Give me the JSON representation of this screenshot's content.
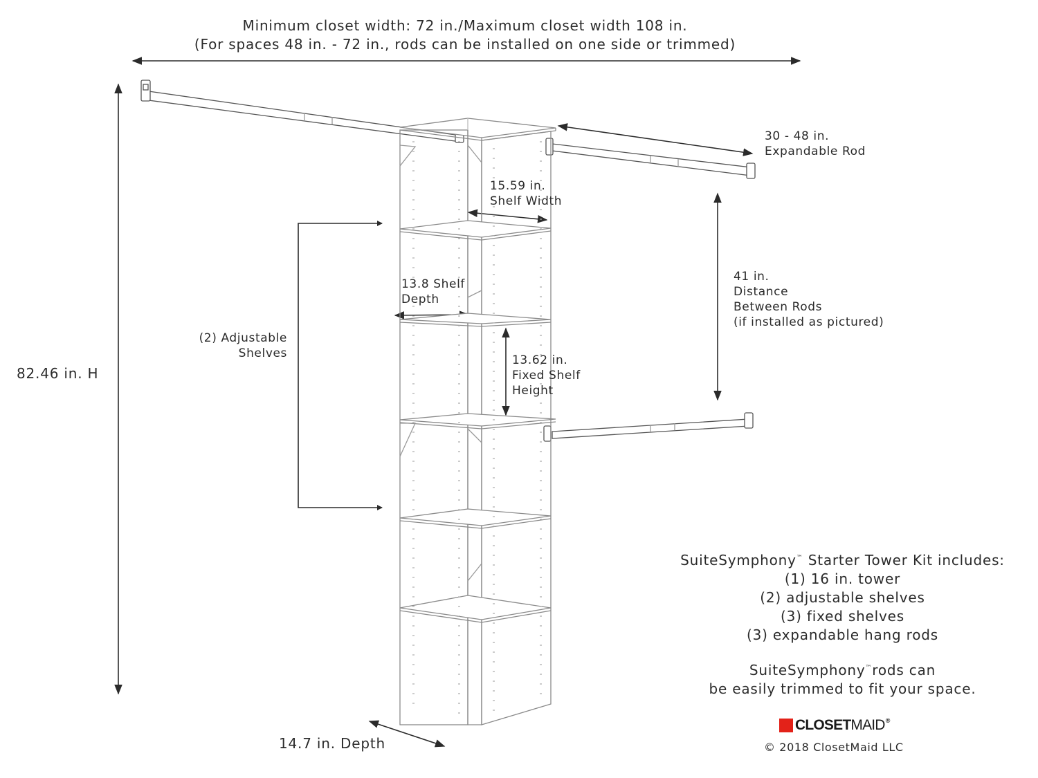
{
  "width_note": {
    "line1": "Minimum closet width: 72 in./Maximum closet width 108 in.",
    "line2": "(For spaces 48 in. - 72 in., rods can be installed on one side or trimmed)"
  },
  "labels": {
    "rod_length_1": "30 - 48 in.",
    "rod_length_2": "Expandable Rod",
    "shelf_width_1": "15.59 in.",
    "shelf_width_2": "Shelf Width",
    "shelf_depth_1": "13.8 Shelf",
    "shelf_depth_2": "Depth",
    "distance_1": "41 in.",
    "distance_2": "Distance",
    "distance_3": "Between Rods",
    "distance_4": "(if installed as pictured)",
    "adjustable_1": "(2) Adjustable",
    "adjustable_2": "Shelves",
    "fixed_1": "13.62 in.",
    "fixed_2": "Fixed Shelf",
    "fixed_3": "Height",
    "height": "82.46 in. H",
    "depth": "14.7 in. Depth"
  },
  "kit": {
    "title_brand": "SuiteSymphony",
    "tm": "™",
    "title_rest": " Starter Tower Kit includes:",
    "items": [
      "(1) 16 in. tower",
      "(2) adjustable shelves",
      "(3) fixed shelves",
      "(3) expandable hang rods"
    ],
    "note_brand": "SuiteSymphony",
    "note_rest": "rods can",
    "note_line2": "be easily trimmed to fit your space."
  },
  "logo": {
    "bold": "CLOSET",
    "light": "MAID",
    "reg": "®"
  },
  "copyright": "© 2018 ClosetMaid LLC",
  "colors": {
    "line": "#2b2b2b",
    "tower": "#8a8a8a",
    "logo_red": "#e32219"
  }
}
